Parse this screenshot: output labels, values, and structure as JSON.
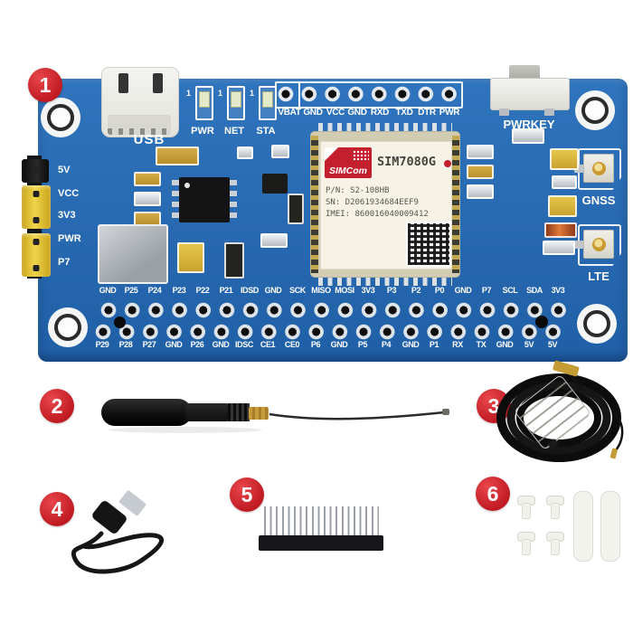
{
  "callouts": [
    "1",
    "2",
    "3",
    "4",
    "5",
    "6"
  ],
  "board": {
    "usb": "USB",
    "led_one": "1",
    "leds": [
      "PWR",
      "NET",
      "STA"
    ],
    "uart": [
      "VBAT",
      "GND",
      "VCC",
      "GND",
      "RXD",
      "TXD",
      "DTR",
      "PWR"
    ],
    "pwrkey": "PWRKEY",
    "gnss": "GNSS",
    "lte": "LTE",
    "jumpers": [
      "5V",
      "VCC",
      "3V3",
      "PWR",
      "P7"
    ],
    "module": {
      "brand": "SIMCom",
      "model": "SIM7080G",
      "pn": "P/N: S2-108HB",
      "sn": "SN: D2061934684EEF9",
      "imei": "IMEI: 860016040009412"
    },
    "gpio_top": [
      "GND",
      "P25",
      "P24",
      "P23",
      "P22",
      "P21",
      "IDSD",
      "GND",
      "SCK",
      "MISO",
      "MOSI",
      "3V3",
      "P3",
      "P2",
      "P0",
      "GND",
      "P7",
      "SCL",
      "SDA",
      "3V3"
    ],
    "gpio_bottom": [
      "P29",
      "P28",
      "P27",
      "GND",
      "P26",
      "GND",
      "IDSC",
      "CE1",
      "CE0",
      "P6",
      "GND",
      "P5",
      "P4",
      "GND",
      "P1",
      "RX",
      "TX",
      "GND",
      "5V",
      "5V"
    ]
  },
  "colors": {
    "pcb_blue": "#2a6cb4",
    "callout_red": "#c01a22",
    "silkscreen_white": "#ffffff",
    "module_red": "#c41f2d",
    "jumper_yellow": "#e6c42f"
  }
}
